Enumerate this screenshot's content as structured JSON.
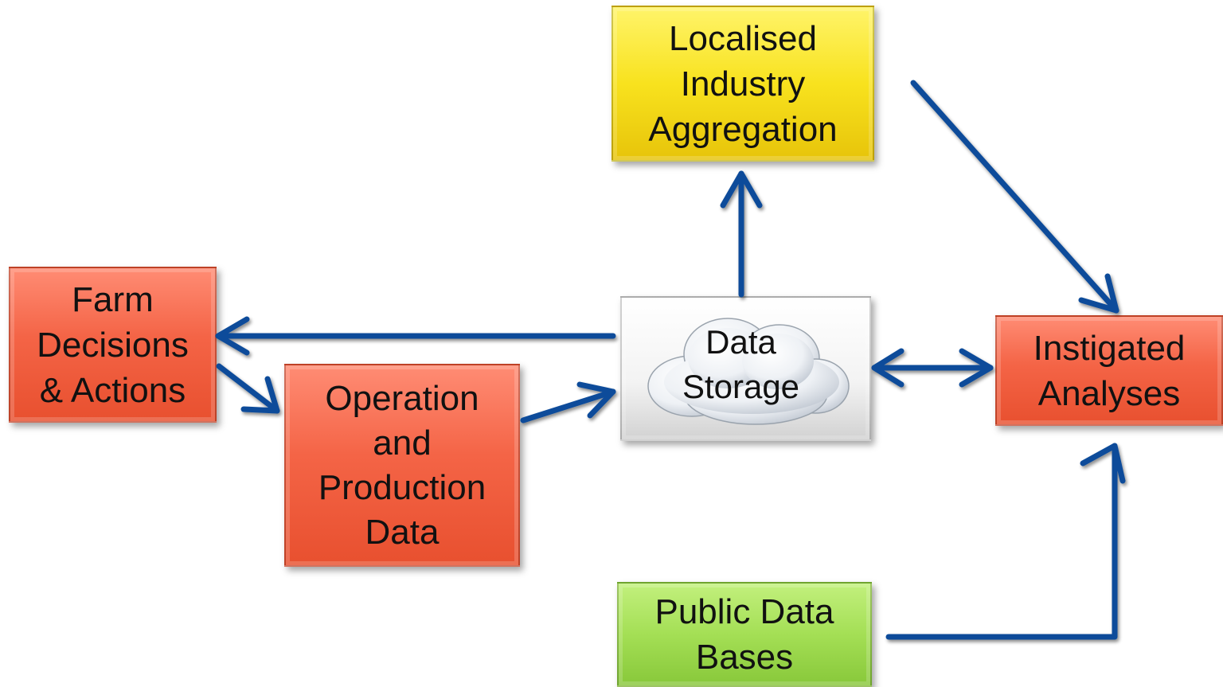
{
  "nodes": {
    "aggregation": {
      "label": "Localised\nIndustry\nAggregation",
      "color": "#f8e21e"
    },
    "farm": {
      "label": "Farm\nDecisions\n& Actions",
      "color": "#f46446"
    },
    "operation": {
      "label": "Operation\nand\nProduction\nData",
      "color": "#f46446"
    },
    "storage": {
      "label": "Data\nStorage",
      "icon": "cloud-icon",
      "color": "#ffffff"
    },
    "instigated": {
      "label": "Instigated\nAnalyses",
      "color": "#f46446"
    },
    "public": {
      "label": "Public Data\nBases",
      "color": "#a4df55"
    }
  },
  "edges": [
    {
      "from": "storage",
      "to": "aggregation"
    },
    {
      "from": "storage",
      "to": "farm"
    },
    {
      "from": "farm",
      "to": "operation"
    },
    {
      "from": "operation",
      "to": "storage"
    },
    {
      "from": "storage",
      "to": "instigated",
      "bidirectional": true
    },
    {
      "from": "aggregation",
      "to": "instigated"
    },
    {
      "from": "public",
      "to": "instigated"
    }
  ],
  "colors": {
    "arrow": "#0d4c9a"
  }
}
